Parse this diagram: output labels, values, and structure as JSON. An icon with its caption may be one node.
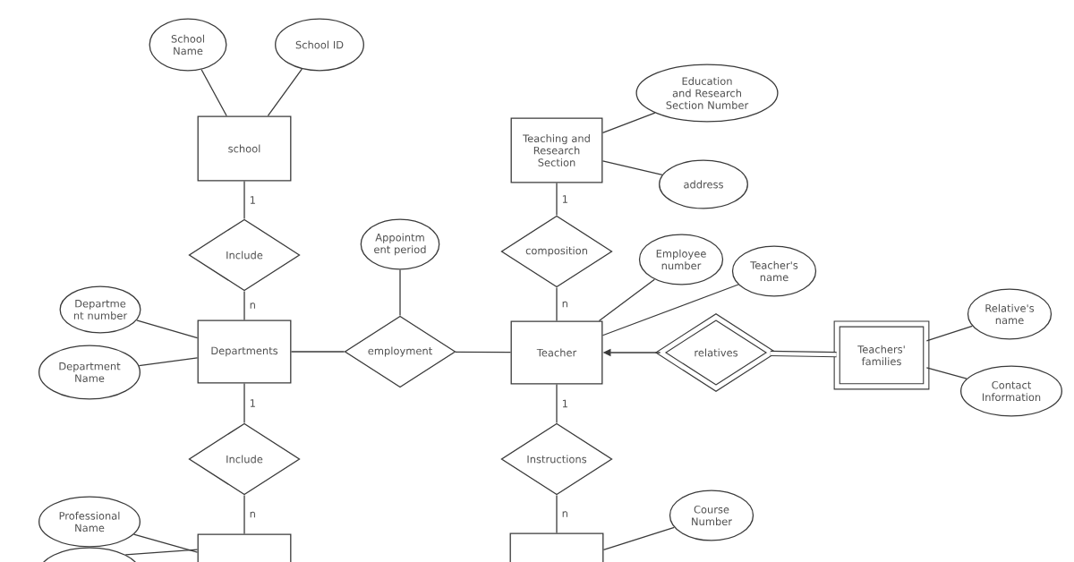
{
  "diagram": {
    "nodes": [
      {
        "text": [
          "School Name"
        ]
      },
      {
        "text": [
          "School ID"
        ]
      },
      {
        "text": [
          "school"
        ]
      },
      {
        "text": [
          "Include"
        ]
      },
      {
        "text": [
          "Departme nt number"
        ]
      },
      {
        "text": [
          "Department Name"
        ]
      },
      {
        "text": [
          "Departments"
        ]
      },
      {
        "text": [
          "Appointm ent period"
        ]
      },
      {
        "text": [
          "employment"
        ]
      },
      {
        "text": [
          "Education and Research Section Number"
        ]
      },
      {
        "text": [
          "Teaching and Research Section"
        ]
      },
      {
        "text": [
          "address"
        ]
      },
      {
        "text": [
          "composition"
        ]
      },
      {
        "text": [
          "Employee number"
        ]
      },
      {
        "text": [
          "Teacher's name"
        ]
      },
      {
        "text": [
          "Teacher"
        ]
      },
      {
        "text": [
          "relatives"
        ]
      },
      {
        "text": [
          "Teachers' families"
        ]
      },
      {
        "text": [
          "Relative's name"
        ]
      },
      {
        "text": [
          "Contact Information"
        ]
      },
      {
        "text": [
          "Include"
        ]
      },
      {
        "text": [
          "Instructions"
        ]
      },
      {
        "text": [
          "Professional Name"
        ]
      },
      {
        "text": [],
        "shape": "circle"
      },
      {
        "text": [],
        "shape": "box"
      },
      {
        "text": [
          "Course Number"
        ]
      },
      {
        "text": [],
        "shape": "box"
      }
    ],
    "edges": [
      {
        "from": 0,
        "to": 2,
        "arrow": "none"
      },
      {
        "from": 1,
        "to": 2,
        "arrow": "none"
      },
      {
        "from": 2,
        "to": 3,
        "arrow": "none",
        "label": "1"
      },
      {
        "from": 3,
        "to": 6,
        "arrow": "none",
        "label": "n"
      },
      {
        "from": 4,
        "to": 6,
        "arrow": "none"
      },
      {
        "from": 5,
        "to": 6,
        "arrow": "none"
      },
      {
        "from": 6,
        "to": 8,
        "arrow": "none"
      },
      {
        "from": 7,
        "to": 8,
        "arrow": "none"
      },
      {
        "from": 8,
        "to": 15,
        "arrow": "none"
      },
      {
        "from": 9,
        "to": 10,
        "arrow": "none"
      },
      {
        "from": 11,
        "to": 10,
        "arrow": "none"
      },
      {
        "from": 10,
        "to": 12,
        "arrow": "none",
        "label": "1"
      },
      {
        "from": 12,
        "to": 15,
        "arrow": "none",
        "label": "n"
      },
      {
        "from": 13,
        "to": 15,
        "arrow": "none"
      },
      {
        "from": 14,
        "to": 15,
        "arrow": "none"
      },
      {
        "from": 16,
        "to": 15,
        "arrow": "to"
      },
      {
        "from": 16,
        "to": 17,
        "arrow": "none",
        "style": "thick"
      },
      {
        "from": 17,
        "to": 18,
        "arrow": "none"
      },
      {
        "from": 17,
        "to": 19,
        "arrow": "none"
      },
      {
        "from": 6,
        "to": 20,
        "arrow": "none",
        "label": "1"
      },
      {
        "from": 20,
        "to": 24,
        "arrow": "none",
        "label": "n"
      },
      {
        "from": 22,
        "to": 24,
        "arrow": "none"
      },
      {
        "from": 23,
        "to": 24,
        "arrow": "none"
      },
      {
        "from": 15,
        "to": 21,
        "arrow": "none",
        "label": "1"
      },
      {
        "from": 21,
        "to": 26,
        "arrow": "none",
        "label": "n"
      },
      {
        "from": 25,
        "to": 26,
        "arrow": "none"
      }
    ]
  }
}
